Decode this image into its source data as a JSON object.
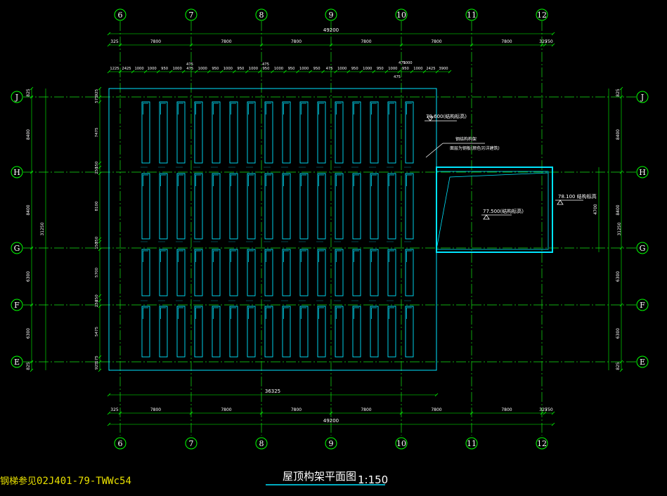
{
  "colors": {
    "background": "#000000",
    "axis_line": "#14e614",
    "dimension": "#00ff00",
    "structure": "#00e5ff",
    "text": "#ffffff",
    "note": "#e8e000"
  },
  "axes": {
    "vertical": [
      "6",
      "7",
      "8",
      "9",
      "10",
      "11",
      "12"
    ],
    "horizontal": [
      "J",
      "H",
      "G",
      "F",
      "E"
    ]
  },
  "dimensions": {
    "top_total": "49200",
    "top_segments": [
      "325",
      "7800",
      "7800",
      "7800",
      "7800",
      "7800",
      "7800",
      "325",
      "750"
    ],
    "top_detail": [
      "1225",
      "2425",
      "1000",
      "1000",
      "950",
      "1000",
      "475",
      "1000",
      "950",
      "1000",
      "950",
      "1000",
      "950",
      "1000",
      "950",
      "1000",
      "950",
      "475",
      "1000",
      "950",
      "1000",
      "950",
      "1000",
      "950",
      "1000",
      "2425",
      "3900"
    ],
    "top_detail_extra": [
      "475",
      "1000",
      "475"
    ],
    "frame_width": "36325",
    "bottom_total": "49200",
    "bottom_segments": [
      "325",
      "7800",
      "7800",
      "7800",
      "7800",
      "7800",
      "7800",
      "325",
      "750"
    ],
    "left_outer_total": "31250",
    "left_outer": [
      "825",
      "8400",
      "8400",
      "6300",
      "6300",
      "825"
    ],
    "left_inner": [
      "925",
      "575",
      "7475",
      "150",
      "250",
      "8100",
      "350",
      "150",
      "5700",
      "250",
      "250",
      "5475",
      "575",
      "925"
    ],
    "right_outer_total": "31250",
    "right_outer": [
      "825",
      "8400",
      "8400",
      "6300",
      "6300",
      "825"
    ],
    "right_inner": "4700"
  },
  "annotations": {
    "elev1": "79.600(结构标高)",
    "elev2": "77.500(结构标高)",
    "elev3": "78.100 结构标高",
    "note_line1": "钢结构构架",
    "note_line2": "面层为钢板(颜色另详建筑)"
  },
  "title": {
    "name": "屋顶构架平面图",
    "scale": "1:150"
  },
  "reference": {
    "prefix": "钢梯参见",
    "code": "02J401-79-TWWc54"
  }
}
